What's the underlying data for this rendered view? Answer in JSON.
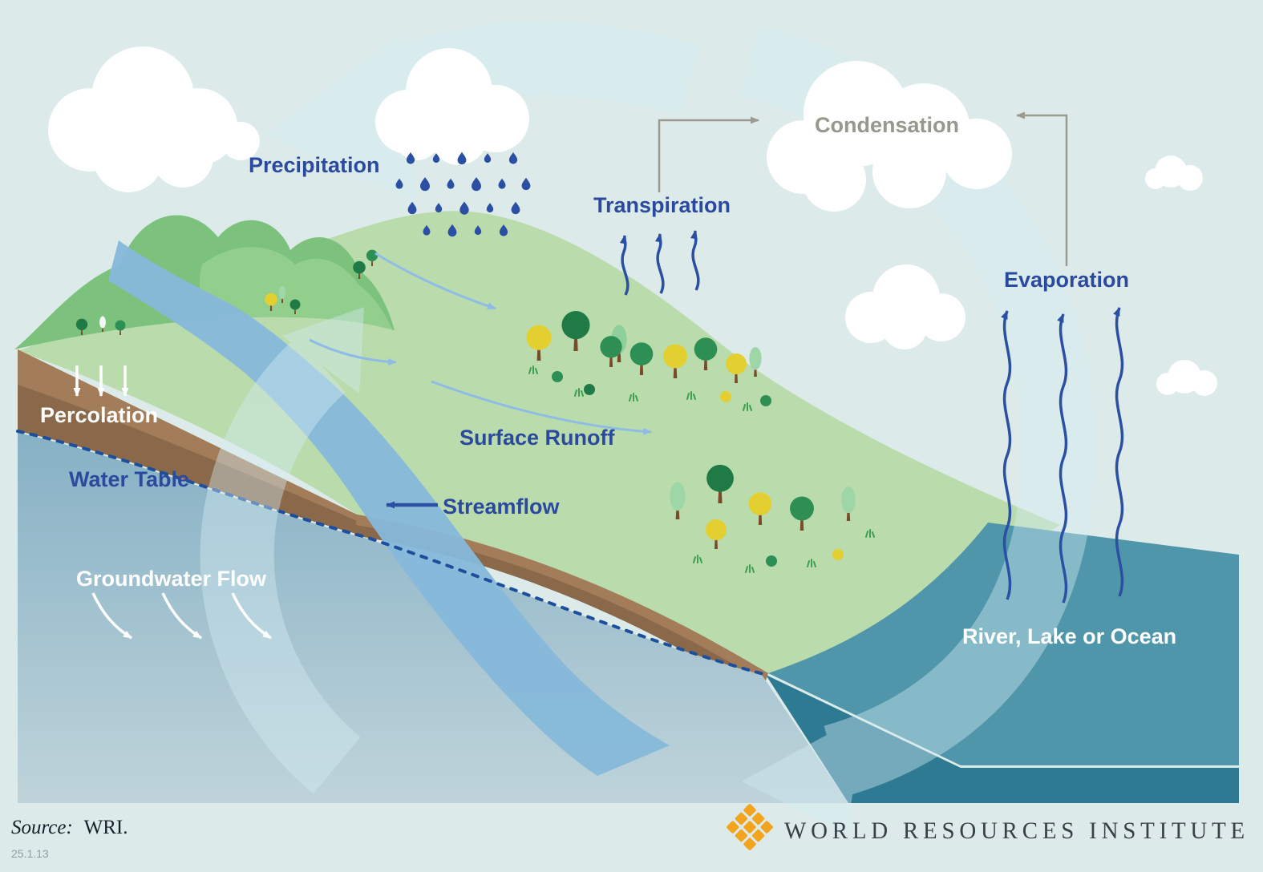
{
  "diagram": {
    "labels": {
      "precipitation": "Precipitation",
      "condensation": "Condensation",
      "transpiration": "Transpiration",
      "evaporation": "Evaporation",
      "percolation": "Percolation",
      "water_table": "Water Table",
      "surface_runoff": "Surface Runoff",
      "streamflow": "Streamflow",
      "groundwater_flow": "Groundwater Flow",
      "river_lake_ocean": "River, Lake or Ocean"
    },
    "colors": {
      "background": "#dcebe9",
      "label_blue": "#2b4a9e",
      "label_gray": "#97978d",
      "label_white": "#ffffff",
      "land_green": "#badcad",
      "mountain_green": "#7cc27d",
      "soil_brown": "#8a684a",
      "soil_brown_light": "#a5805b",
      "groundwater_blue": "#8ab4c7",
      "ocean_teal": "#4f96aa",
      "ocean_teal_dark": "#2e7a92",
      "river_blue": "#86b8da",
      "rain_blue": "#2b4fa3",
      "runoff_blue": "#8fbce4",
      "cycle_arrow": "#d4ecf4",
      "connector_gray": "#9b9b91",
      "logo_amber": "#f2a41c"
    },
    "icons": {
      "clouds": "cloud-icon",
      "rain": "raindrop-icon",
      "trees": "tree-icon",
      "cycle": "circular-arrows-icon",
      "logo": "wri-woven-square-icon"
    }
  },
  "footer": {
    "source_label": "Source:",
    "source_value": "WRI.",
    "code": "25.1.13",
    "organization": "WORLD RESOURCES INSTITUTE"
  }
}
